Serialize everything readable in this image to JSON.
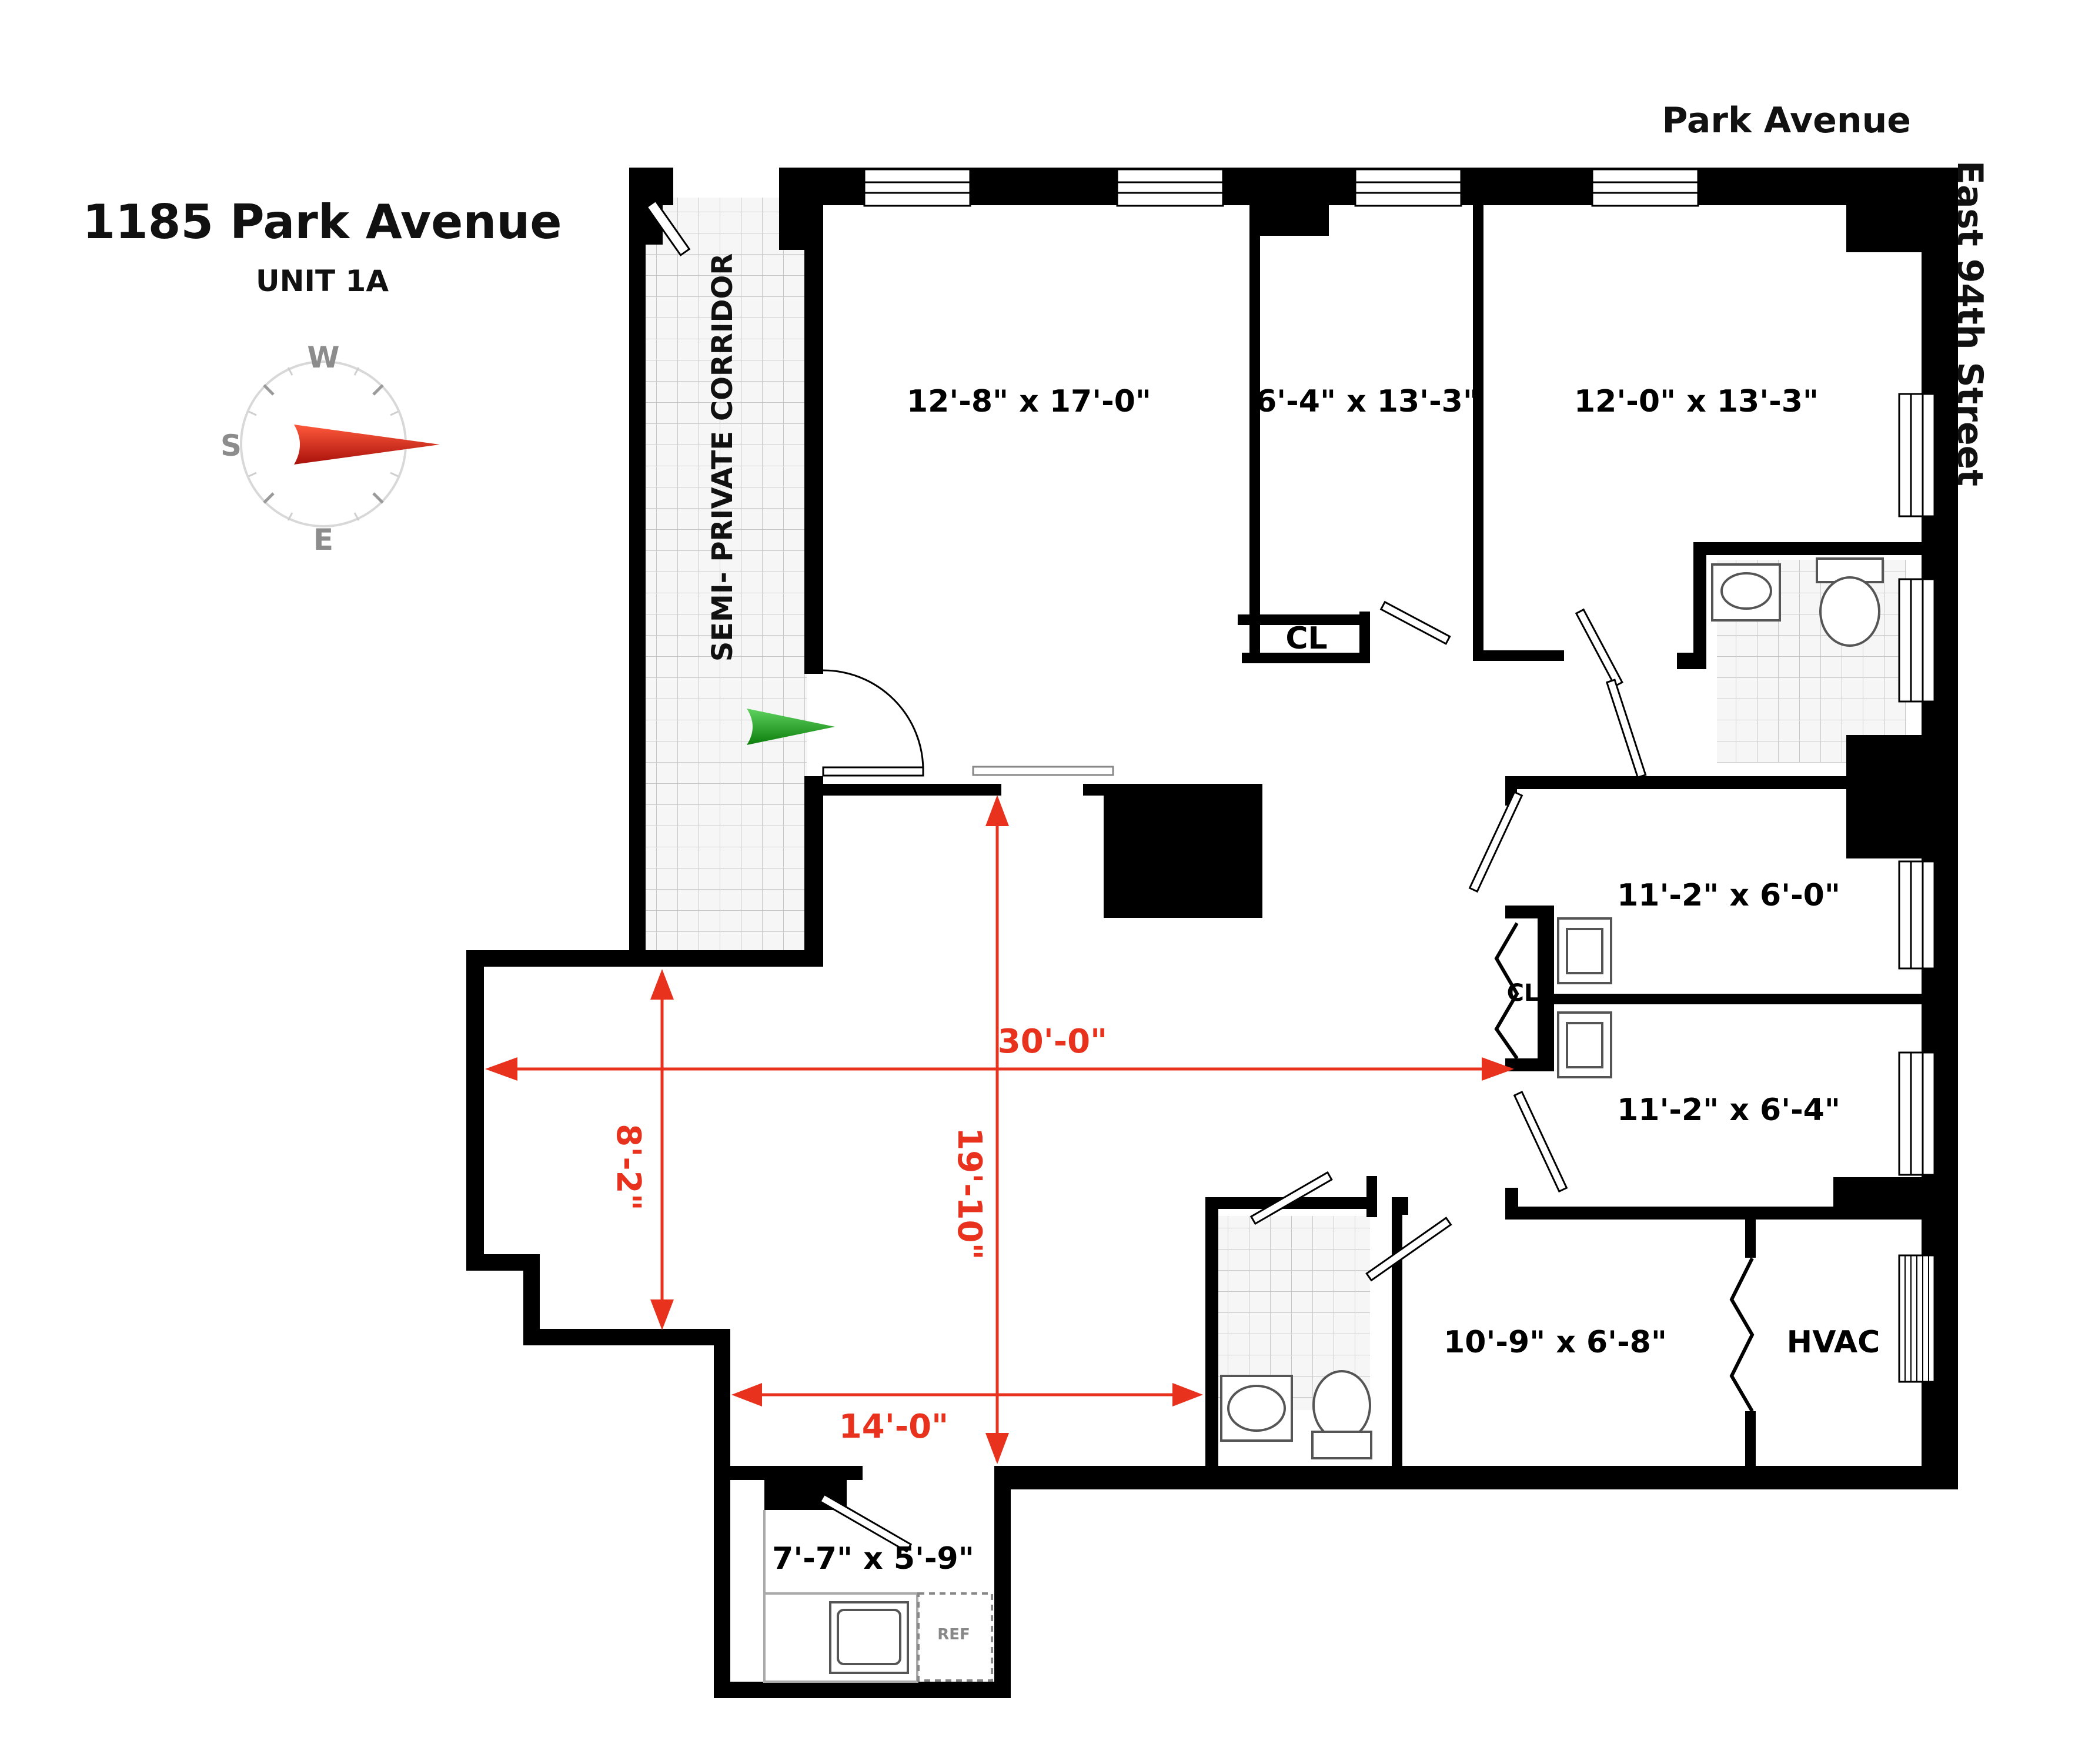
{
  "title": "1185 Park Avenue",
  "unit": "UNIT 1A",
  "streets": {
    "north": "Park Avenue",
    "east": "East 94th Street"
  },
  "compass": {
    "labels": {
      "top": "W",
      "left": "S",
      "bottom": "E"
    },
    "needle_color": "#e3231b"
  },
  "corridor_label": "SEMI- PRIVATE CORRIDOR",
  "rooms": {
    "room_a": "12'-8\" x 17'-0\"",
    "room_b": "6'-4\" x 13'-3\"",
    "room_c": "12'-0\" x 13'-3\"",
    "room_d": "11'-2\" x 6'-0\"",
    "room_e": "11'-2\" x 6'-4\"",
    "room_f": "10'-9\" x 6'-8\"",
    "kitchen": "7'-7\" x 5'-9\"",
    "closet_1": "CL",
    "closet_2": "CL",
    "hvac": "HVAC",
    "ref": "REF"
  },
  "dimensions": {
    "width_main": "30'-0\"",
    "height_main": "19'-10\"",
    "height_west": "8'-2\"",
    "width_south": "14'-0\""
  },
  "colors": {
    "dimension": "#e8321e",
    "entry_arrow": "#1aa61a",
    "wall": "#000000"
  }
}
